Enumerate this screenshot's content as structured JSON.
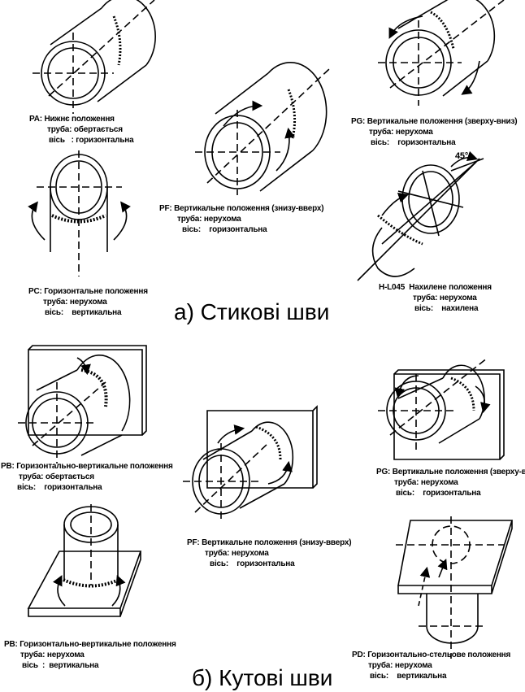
{
  "butt": {
    "title": "а) Стикові шви",
    "pa": {
      "l1": "PA: Нижнє положення",
      "l2": "труба: обертається",
      "l3": "вісь   : горизонтальна"
    },
    "pf": {
      "l1": "PF: Вертикальне положення (знизу-вверх)",
      "l2": "труба: нерухома",
      "l3": "вісь:    горизонтальна"
    },
    "pg": {
      "l1": "PG: Вертикальне положення (зверху-вниз)",
      "l2": "труба: нерухома",
      "l3": "вісь:    горизонтальна"
    },
    "pc": {
      "l1": "PC: Горизонтальне положення",
      "l2": "труба: нерухома",
      "l3": "вісь:    вертикальна"
    },
    "hl": {
      "l1": "H-L045  Нахилене положення",
      "l2": "труба: нерухома",
      "l3": "вісь:    нахилена",
      "angle": "45°"
    }
  },
  "fillet": {
    "title": "б) Кутові шви",
    "pb1": {
      "l1": "PB: Горизонтально-вертикальне положення",
      "l2": "труба: обертається",
      "l3": "вісь:    горизонтальна"
    },
    "pf": {
      "l1": "PF: Вертикальне положення (знизу-вверх)",
      "l2": "труба: нерухома",
      "l3": "вісь:    горизонтальна"
    },
    "pg": {
      "l1": "PG: Вертикальне положення (зверху-вниз)",
      "l2": "труба: нерухома",
      "l3": "вісь:    горизонтальна"
    },
    "pb2": {
      "l1": "PB: Горизонтально-вертикальне положення",
      "l2": "труба: нерухома",
      "l3": "вісь  :  вертикальна"
    },
    "pd": {
      "l1": "PD: Горизонтально-стельове положення",
      "l2": "труба: нерухома",
      "l3": "вісь:    вертикальна"
    }
  }
}
